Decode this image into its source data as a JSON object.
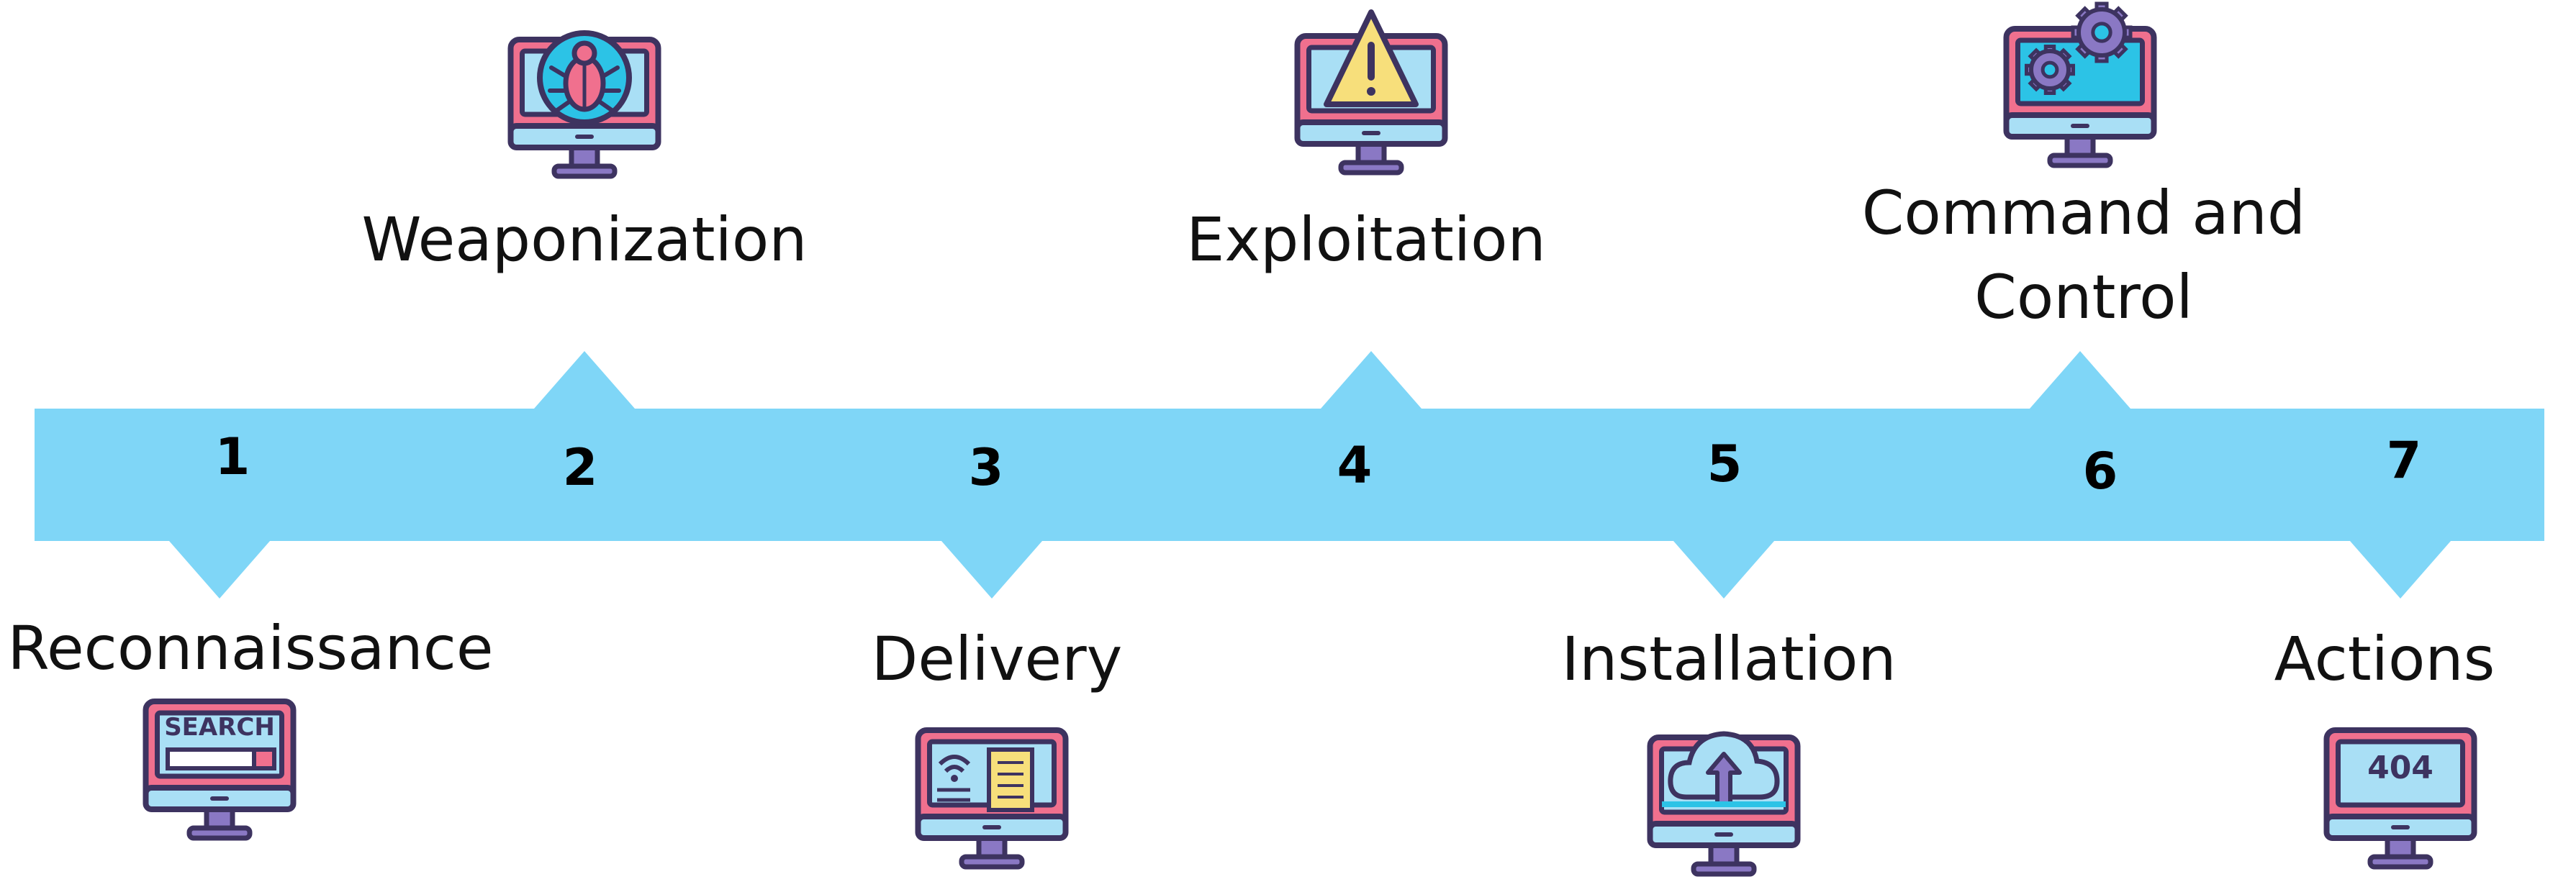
{
  "colors": {
    "band": "#7fd6f7",
    "monitor_frame": "#f0708e",
    "screen": "#a9dff5",
    "outline": "#3d3360",
    "stand": "#8a78c4",
    "warning": "#f7df7b",
    "cyan_screen": "#2cc3e6"
  },
  "stages": [
    {
      "number": "1",
      "label": [
        "Reconnaissance"
      ],
      "icon": "search-monitor-icon",
      "screen_text": "SEARCH"
    },
    {
      "number": "2",
      "label": [
        "Weaponization"
      ],
      "icon": "bug-monitor-icon"
    },
    {
      "number": "3",
      "label": [
        "Delivery"
      ],
      "icon": "wifi-document-monitor-icon"
    },
    {
      "number": "4",
      "label": [
        "Exploitation"
      ],
      "icon": "warning-monitor-icon"
    },
    {
      "number": "5",
      "label": [
        "Installation"
      ],
      "icon": "cloud-upload-monitor-icon"
    },
    {
      "number": "6",
      "label": [
        "Command and",
        "Control"
      ],
      "icon": "gears-monitor-icon"
    },
    {
      "number": "7",
      "label": [
        "Actions"
      ],
      "icon": "error-404-monitor-icon",
      "screen_text": "404"
    }
  ]
}
